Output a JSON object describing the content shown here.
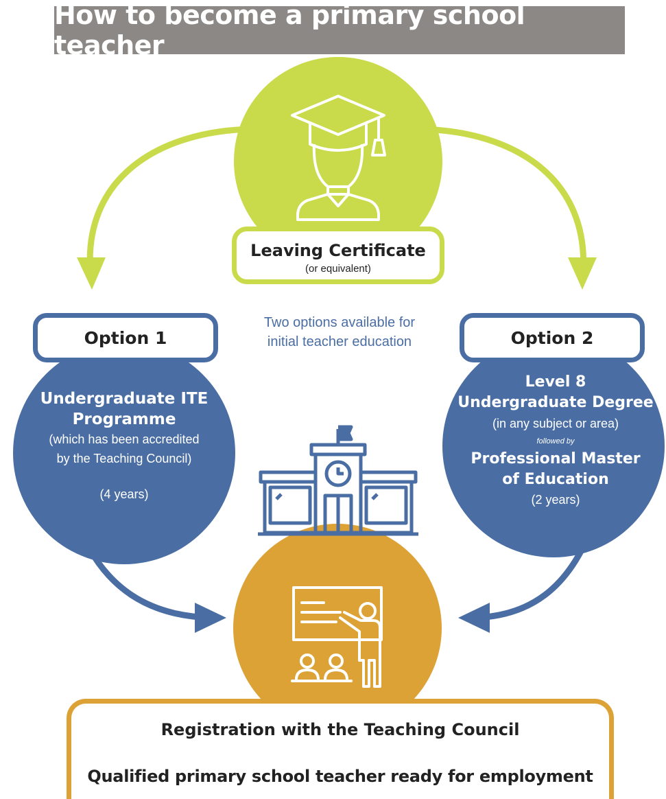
{
  "title": "How to become a primary school teacher",
  "leaving_cert": {
    "title": "Leaving Certificate",
    "subtitle": "(or equivalent)"
  },
  "center_note": {
    "line1": "Two options available for",
    "line2": "initial teacher education"
  },
  "option1": {
    "label": "Option 1",
    "heading_line1": "Undergraduate ITE",
    "heading_line2": "Programme",
    "detail_line1": "(which has been accredited",
    "detail_line2": "by the Teaching Council)",
    "duration": "(4 years)"
  },
  "option2": {
    "label": "Option 2",
    "heading_line1": "Level 8",
    "heading_line2": "Undergraduate Degree",
    "detail": "(in any subject or area)",
    "connector": "followed by",
    "heading2_line1": "Professional Master",
    "heading2_line2": "of Education",
    "duration": "(2 years)"
  },
  "result": {
    "line1": "Registration with the Teaching Council",
    "line2": "Qualified primary school teacher ready for employment"
  },
  "icons": [
    "graduate-icon",
    "school-building-icon",
    "teacher-classroom-icon"
  ],
  "colors": {
    "green": "#c9db4a",
    "blue": "#4a6ea4",
    "orange": "#dca236",
    "title_bg": "#8c8886"
  }
}
